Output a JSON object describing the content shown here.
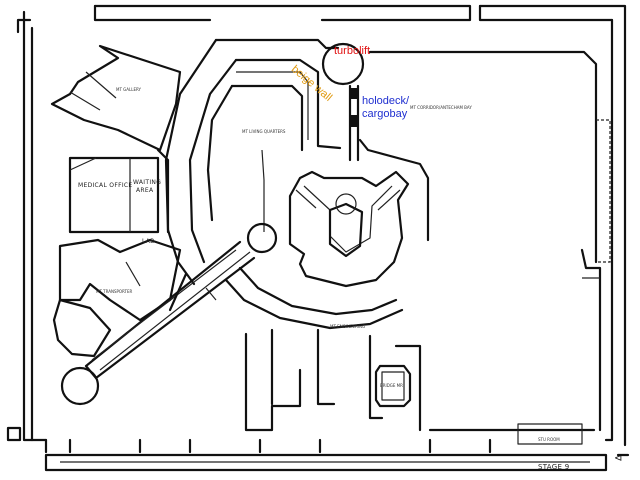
{
  "annotations": {
    "turbolift": {
      "text": "turbolift",
      "color": "#e01010"
    },
    "beige_wall": {
      "text": "beige wall",
      "color": "#e09a10"
    },
    "holodeck_line1": {
      "text": "holodeck/",
      "color": "#1f2fd0"
    },
    "holodeck_line2": {
      "text": "cargobay",
      "color": "#1f2fd0"
    }
  },
  "rooms": {
    "medical_office": "MEDICAL OFFICE",
    "waiting_area_line1": "WAITING",
    "waiting_area_line2": "AREA",
    "lab": "LAB"
  },
  "minor_labels": {
    "top_left_room": "MT GALLERY",
    "living_quarters": "MT LIVING QUARTERS",
    "upper_right_corridor": "MT CORRIDOR/ANTECHAM BAY",
    "left_lower_room": "MT TRANSPORTER",
    "center_lower": "MT ENGINEERING",
    "small_room": "BRIDGE MR",
    "bottom_right_room": "STU ROOM"
  },
  "footer": {
    "stage_label": "STAGE 9"
  },
  "colors": {
    "line": "#111111",
    "background": "#ffffff"
  }
}
